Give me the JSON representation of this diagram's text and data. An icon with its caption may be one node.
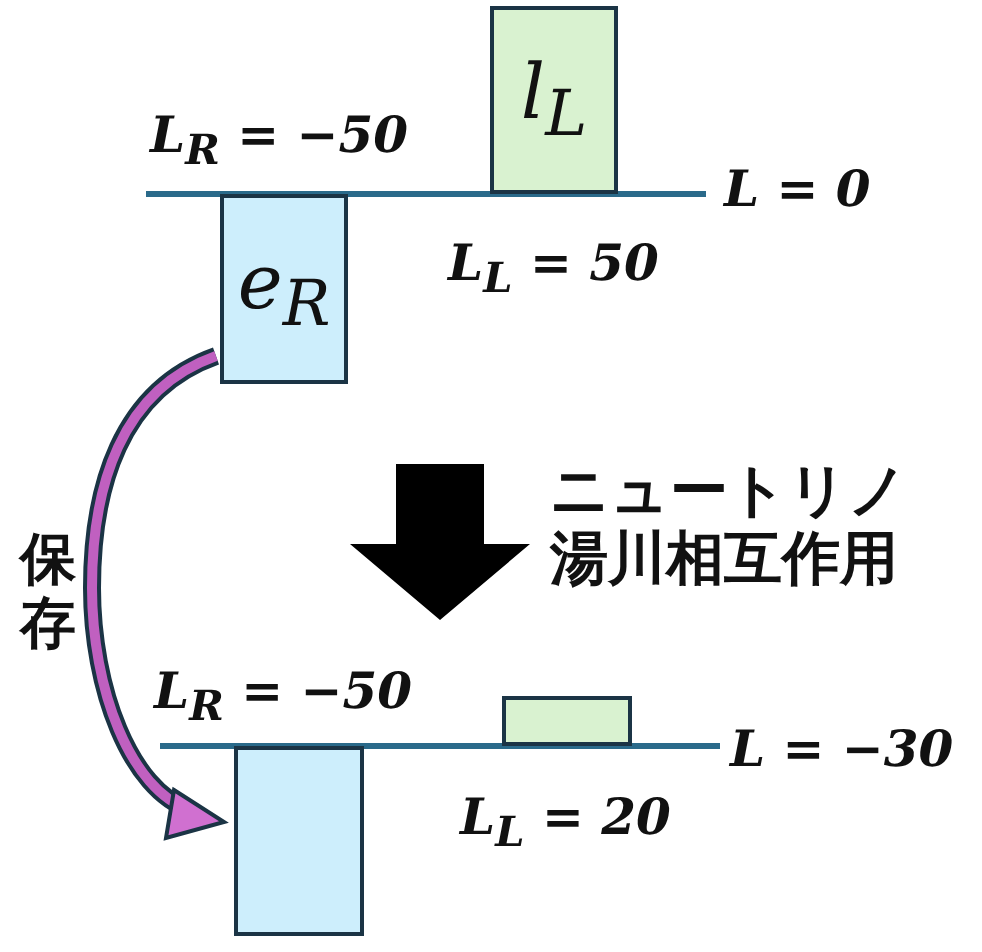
{
  "diagram": {
    "nodes": [
      {
        "text": [
          "e$_{R}$"
        ]
      },
      {
        "text": [
          "l$_{L}$"
        ]
      },
      {
        "text": [],
        "shape": "box"
      },
      {
        "text": [],
        "shape": "box"
      }
    ],
    "edges": [
      {
        "from": 0,
        "to": 2,
        "arrow": "to",
        "label": "保存"
      }
    ],
    "labels": [
      "L$_{R}$ = −50",
      "L = 0",
      "L$_{L}$ = 50",
      "ニュートリノ湯川相互作用",
      "L$_{R}$ = −50",
      "L = −30",
      "L$_{L}$ = 20"
    ]
  }
}
